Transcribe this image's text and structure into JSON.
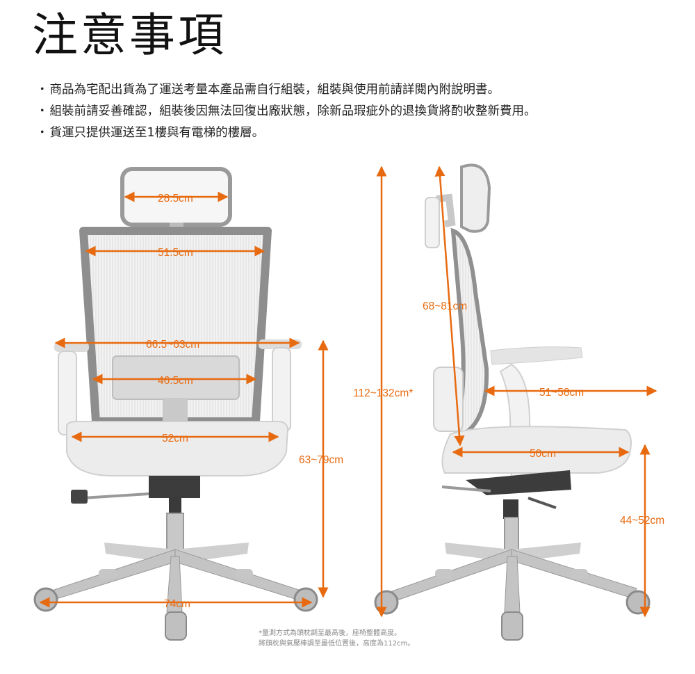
{
  "page": {
    "title": "注意事項",
    "notes": [
      "商品為宅配出貨為了運送考量本產品需自行組裝，組裝與使用前請詳閱內附說明書。",
      "組裝前請妥善確認，組裝後因無法回復出廠狀態，除新品瑕疵外的退換貨將酌收整新費用。",
      "貨運只提供運送至1樓與有電梯的樓層。"
    ]
  },
  "front_view": {
    "headrest_width": "28.5cm",
    "backrest_width": "51.5cm",
    "armrest_span": "66.5~63cm",
    "lumbar_width": "46.5cm",
    "seat_width": "52cm",
    "armrest_height": "63~79cm",
    "base_diameter": "74cm"
  },
  "side_view": {
    "total_height": "112~132cm*",
    "back_height": "68~81cm",
    "depth": "51~58cm",
    "seat_depth": "50cm",
    "seat_height": "44~52cm"
  },
  "footnote": {
    "line1": "*量測方式為頭枕調至最高後，座椅整體高度。",
    "line2": "將頭枕與氣壓棒調至最低位置後，高度為112cm。"
  },
  "colors": {
    "accent": "#e86a10",
    "frame": "#a8a8a8",
    "seat": "#e8e8e8"
  }
}
